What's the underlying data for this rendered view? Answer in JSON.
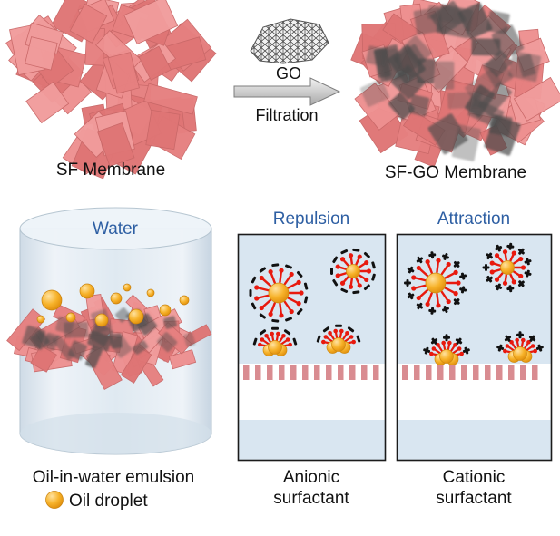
{
  "top": {
    "sf_label": "SF Membrane",
    "go_label": "GO",
    "filtration_label": "Filtration",
    "sfgo_label": "SF-GO Membrane"
  },
  "bottom": {
    "water_label": "Water",
    "emulsion_label": "Oil-in-water emulsion",
    "oil_droplet_label": "Oil droplet",
    "repulsion_title": "Repulsion",
    "attraction_title": "Attraction",
    "anionic_line1": "Anionic",
    "anionic_line2": "surfactant",
    "cationic_line1": "Cationic",
    "cationic_line2": "surfactant"
  },
  "colors": {
    "flake": [
      "#ee9090",
      "#e68080",
      "#f19c9c",
      "#df7575"
    ],
    "flake_stroke": "#c96868",
    "go_patch": "#4b4b4b",
    "label_blue": "#2e5fa3",
    "text_black": "#111111",
    "spike_red": "#e8190e",
    "charge": "#111111",
    "oil_orange": "#f7b32b",
    "stripe": "#d98c91",
    "panel_blue": "#d9e6f1",
    "arrow_gray": "#bdbdbd"
  },
  "figures": {
    "oil_droplets": [
      [
        57,
        331,
        11
      ],
      [
        96,
        321,
        8
      ],
      [
        128,
        329,
        6
      ],
      [
        78,
        350,
        5
      ],
      [
        112,
        353,
        7
      ],
      [
        150,
        349,
        8
      ],
      [
        182,
        342,
        6
      ],
      [
        203,
        331,
        5
      ],
      [
        45,
        352,
        4
      ],
      [
        166,
        323,
        4
      ],
      [
        140,
        317,
        4
      ]
    ]
  }
}
